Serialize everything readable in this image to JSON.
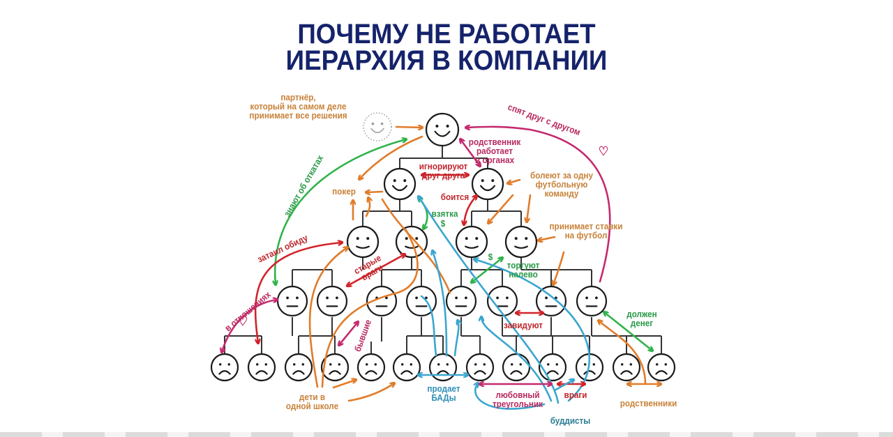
{
  "title": {
    "line1": "ПОЧЕМУ НЕ РАБОТАЕТ",
    "line2": "ИЕРАРХИЯ В КОМПАНИИ"
  },
  "colors": {
    "title": "#15236b",
    "orange": "#e07c2a",
    "green": "#2fb34a",
    "red": "#d2232a",
    "magenta": "#c42a6e",
    "blue": "#3aa6cf",
    "label_orange": "#c8823a",
    "label_magenta": "#b8285f",
    "label_red": "#c0272d",
    "label_green": "#2a9a48",
    "label_blue": "#2f8fb8",
    "label_teal": "#2a7d94",
    "face": "#1a1a1a"
  },
  "hierarchy": {
    "levels": [
      {
        "level": "ceo",
        "mood": "happy",
        "count": 1
      },
      {
        "level": "directors",
        "mood": "happy",
        "count": 2
      },
      {
        "level": "managers",
        "mood": "content",
        "count": 4
      },
      {
        "level": "team-leads",
        "mood": "neutral",
        "count": 8
      },
      {
        "level": "employees",
        "mood": "sad",
        "count": 13
      }
    ],
    "shadow_partner": {
      "mood": "happy",
      "style": "dotted"
    }
  },
  "labels": [
    {
      "id": "partner",
      "text": "партнёр,\nкоторый на самом деле\nпринимает все решения",
      "color": "orange"
    },
    {
      "id": "sleep-together",
      "text": "спят друг с другом",
      "color": "magenta"
    },
    {
      "id": "relative-in-organs",
      "text": "родственник\nработает\nв органах",
      "color": "magenta"
    },
    {
      "id": "ignore-each-other",
      "text": "игнорируют\nдруг друга",
      "color": "red"
    },
    {
      "id": "afraid",
      "text": "боится",
      "color": "red"
    },
    {
      "id": "bribe",
      "text": "взятка",
      "color": "green"
    },
    {
      "id": "football-fans",
      "text": "болеют за одну\nфутбольную\nкоманду",
      "color": "orange"
    },
    {
      "id": "poker",
      "text": "покер",
      "color": "orange"
    },
    {
      "id": "know-kickbacks",
      "text": "знают об откатах",
      "color": "green"
    },
    {
      "id": "holds-grudge",
      "text": "затаил обиду",
      "color": "red"
    },
    {
      "id": "takes-bets",
      "text": "принимает ставки\nна футбол",
      "color": "orange"
    },
    {
      "id": "trade-left",
      "text": "торгуют\nналево",
      "color": "green"
    },
    {
      "id": "old-enemies",
      "text": "старые\nвраги",
      "color": "red"
    },
    {
      "id": "in-relationship",
      "text": "в отношениях",
      "color": "magenta"
    },
    {
      "id": "exes",
      "text": "бывшие",
      "color": "magenta"
    },
    {
      "id": "envy",
      "text": "завидуют",
      "color": "red"
    },
    {
      "id": "owes-money",
      "text": "должен\nденег",
      "color": "green"
    },
    {
      "id": "kids-same-school",
      "text": "дети в\nодной школе",
      "color": "orange"
    },
    {
      "id": "sells-supplements",
      "text": "продает\nБАДы",
      "color": "blue"
    },
    {
      "id": "love-triangle",
      "text": "любовный\nтреугольник",
      "color": "magenta"
    },
    {
      "id": "enemies",
      "text": "враги",
      "color": "red"
    },
    {
      "id": "buddhists",
      "text": "буддисты",
      "color": "teal"
    },
    {
      "id": "relatives",
      "text": "родственники",
      "color": "orange"
    }
  ],
  "symbols": {
    "dollar": "$",
    "heart": "♡"
  }
}
